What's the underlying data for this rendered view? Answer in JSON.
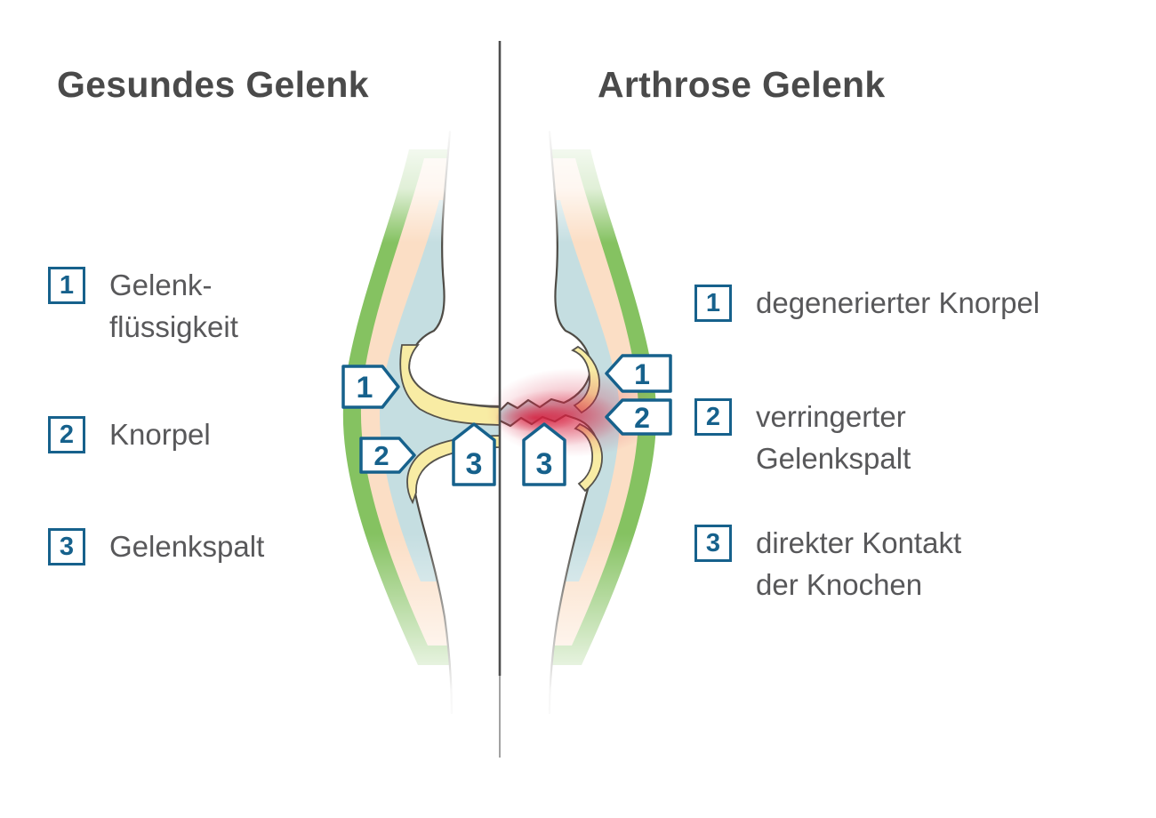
{
  "titles": {
    "left": "Gesundes Gelenk",
    "right": "Arthrose Gelenk"
  },
  "legend_left": [
    {
      "num": "1",
      "text": "Gelenk-\nflüssigkeit"
    },
    {
      "num": "2",
      "text": "Knorpel"
    },
    {
      "num": "3",
      "text": "Gelenkspalt"
    }
  ],
  "legend_right": [
    {
      "num": "1",
      "text": "degenerierter Knorpel"
    },
    {
      "num": "2",
      "text": "verringerter\nGelenkspalt"
    },
    {
      "num": "3",
      "text": "direkter Kontakt\nder Knochen"
    }
  ],
  "diagram_markers": {
    "left": [
      "1",
      "2",
      "3"
    ],
    "right": [
      "1",
      "2",
      "3"
    ]
  },
  "colors": {
    "capsule_green": "#85c261",
    "membrane_peach": "#fbdec5",
    "fluid_blue": "#c5dee1",
    "cartilage_yellow": "#f8eca4",
    "bone_outline": "#4f4c46",
    "inflammation_red": "#d6203f",
    "marker_blue": "#16618c",
    "divider_gray": "#4e4e4e",
    "text_gray": "#58585a",
    "title_gray": "#4a4a4a",
    "bone_white": "#ffffff"
  }
}
